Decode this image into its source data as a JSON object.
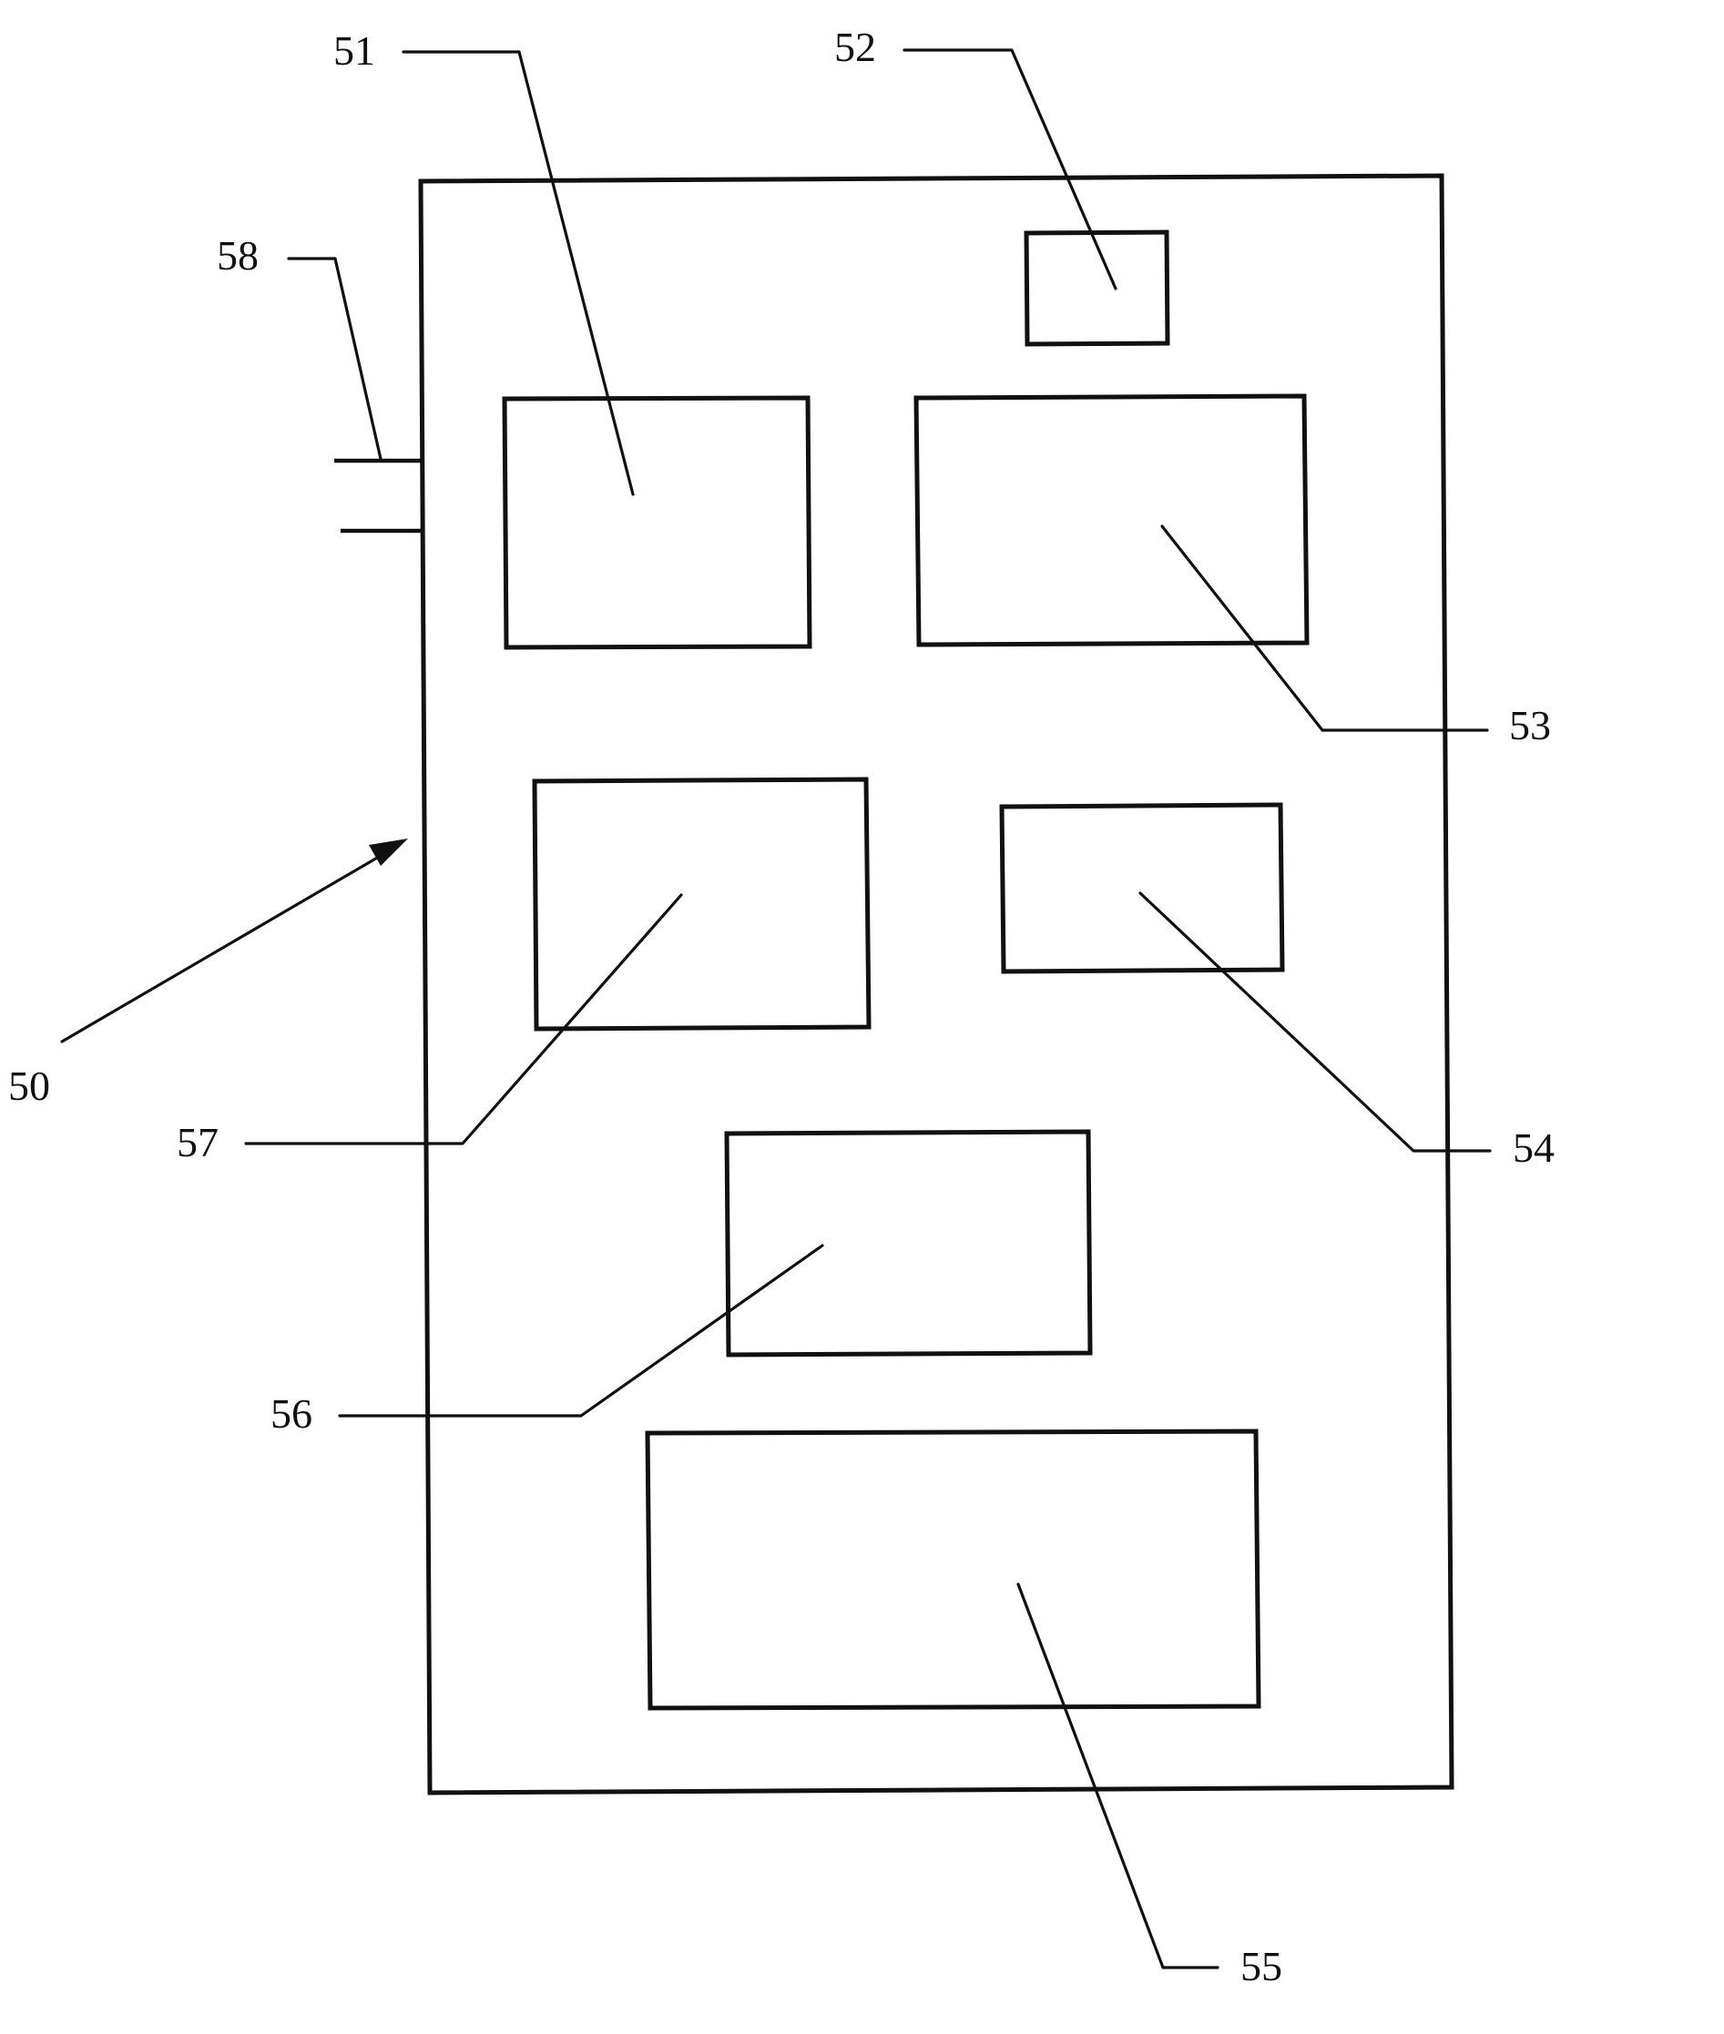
{
  "diagram": {
    "reference_numerals": {
      "device": "50",
      "component_51": "51",
      "component_52": "52",
      "component_53": "53",
      "component_54": "54",
      "component_55": "55",
      "component_56": "56",
      "component_57": "57",
      "terminals_58": "58"
    }
  }
}
